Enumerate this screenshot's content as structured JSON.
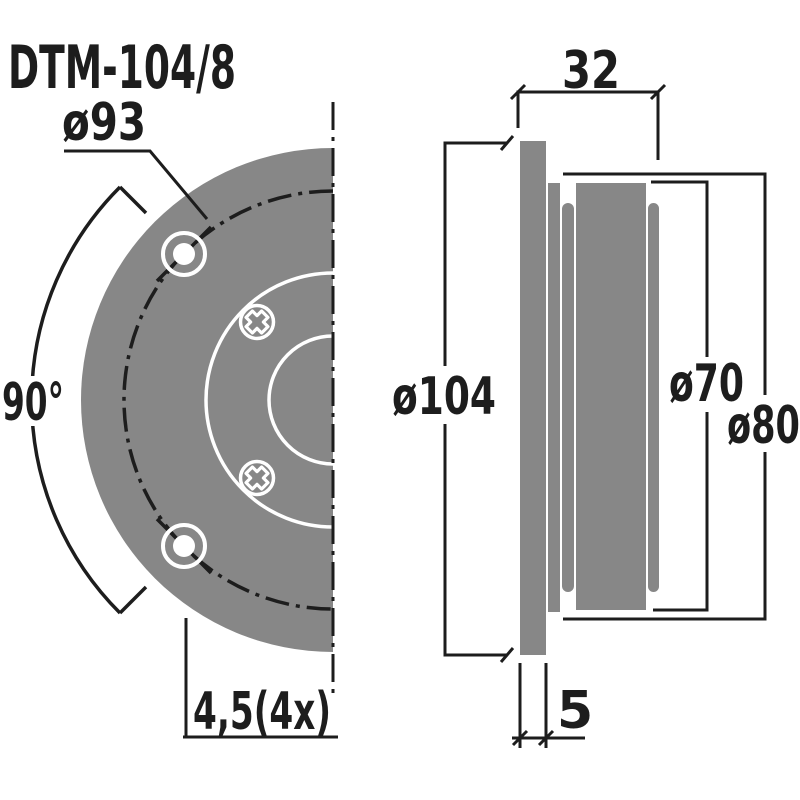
{
  "title": "DTM-104/8",
  "drawing_type": "tweeter dimensional drawing, front and side view",
  "colors": {
    "body_gray": "#878787",
    "line_black": "#1d1d1d",
    "background": "#ffffff",
    "highlight_white": "#ffffff"
  },
  "front_view": {
    "bolt_circle_label": "ø93",
    "angle_label": "90°",
    "mounting_holes_label": "4,5(4x)"
  },
  "side_view": {
    "depth_label": "32",
    "overall_diameter_label": "ø104",
    "magnet_diameter_label": "ø70",
    "rear_plate_diameter_label": "ø80",
    "front_plate_thickness_label": "5"
  },
  "visible_values_mm": {
    "bolt_circle_diameter": 93,
    "hole_angle_deg": 90,
    "mounting_hole_diameter": 4.5,
    "mounting_hole_count": 4,
    "depth": 32,
    "overall_diameter": 104,
    "magnet_diameter": 70,
    "rear_plate_diameter": 80,
    "front_plate_thickness": 5
  }
}
